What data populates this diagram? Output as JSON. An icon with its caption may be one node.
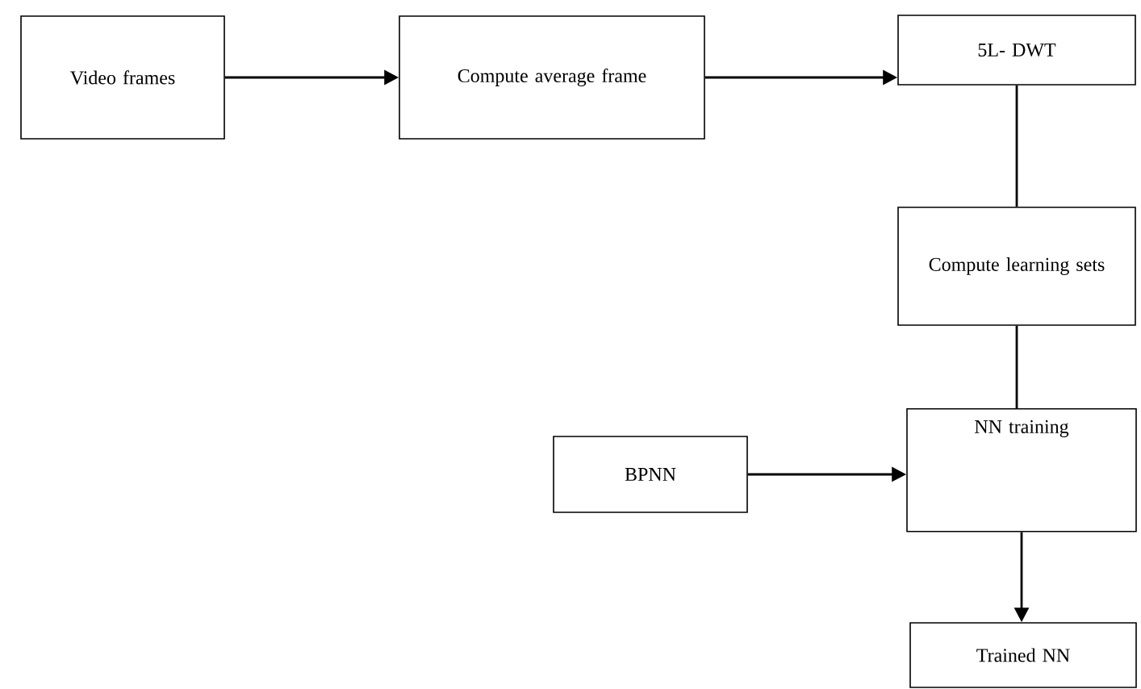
{
  "diagram": {
    "nodes": [
      {
        "text": [
          "Video frames"
        ]
      },
      {
        "text": [
          "Compute average frame"
        ]
      },
      {
        "text": [
          "5L- DWT"
        ]
      },
      {
        "text": [
          "Compute learning sets"
        ]
      },
      {
        "text": [
          "BPNN"
        ]
      },
      {
        "text": [
          "NN training"
        ]
      },
      {
        "text": [
          "Trained NN"
        ]
      }
    ],
    "edges": [
      {
        "from": 0,
        "to": 1,
        "arrow": "to"
      },
      {
        "from": 1,
        "to": 2,
        "arrow": "to"
      },
      {
        "from": 2,
        "to": 3,
        "arrow": "none"
      },
      {
        "from": 3,
        "to": 5,
        "arrow": "none"
      },
      {
        "from": 4,
        "to": 5,
        "arrow": "to"
      },
      {
        "from": 5,
        "to": 6,
        "arrow": "to"
      }
    ]
  }
}
